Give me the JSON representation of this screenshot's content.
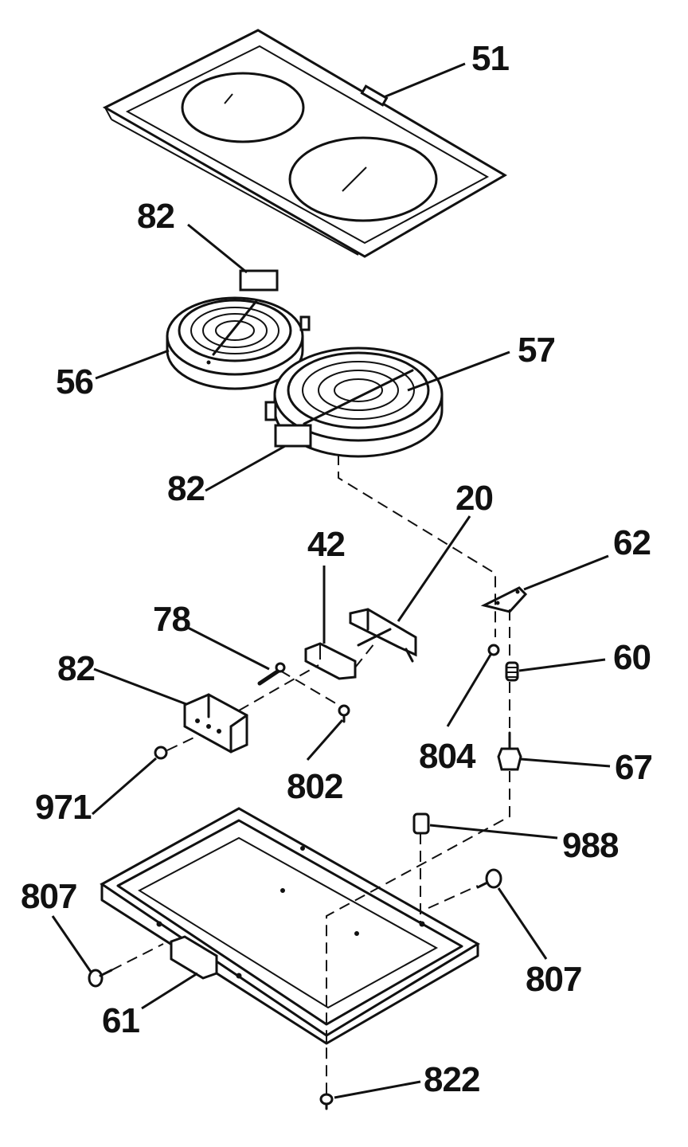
{
  "labels": {
    "l51": "51",
    "l82a": "82",
    "l57": "57",
    "l56": "56",
    "l82b": "82",
    "l20": "20",
    "l42": "42",
    "l62": "62",
    "l78": "78",
    "l60": "60",
    "l82c": "82",
    "l804": "804",
    "l67": "67",
    "l802": "802",
    "l971": "971",
    "l988": "988",
    "l807a": "807",
    "l807b": "807",
    "l61": "61",
    "l822": "822"
  }
}
